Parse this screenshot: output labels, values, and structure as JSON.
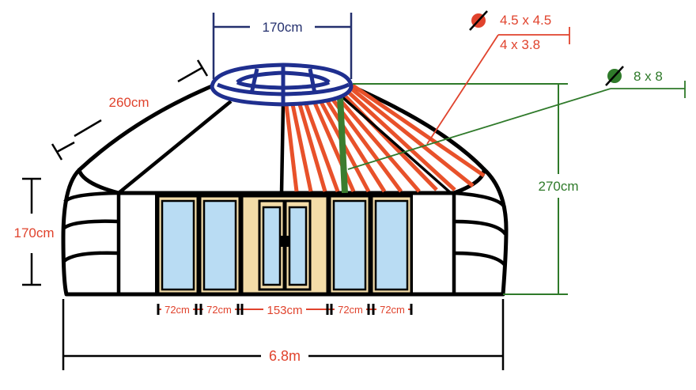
{
  "dimensions": {
    "crown_width": "170cm",
    "roof_slope": "260cm",
    "wall_height": "170cm",
    "total_height": "270cm",
    "diameter": "6.8m",
    "panels": [
      "72cm",
      "72cm",
      "153cm",
      "72cm",
      "72cm"
    ]
  },
  "timber_sections": {
    "rafter": {
      "primary": "4.5 x 4.5",
      "secondary": "4 x 3.8"
    },
    "post": {
      "primary": "8 x 8"
    }
  },
  "colors": {
    "outline": "#000000",
    "crown": "#1f2f8f",
    "rafter": "#e8512a",
    "post": "#3b7d2f",
    "dimension_red": "#e0432d",
    "dimension_navy": "#24306e",
    "dimension_green": "#2f7a2a",
    "glass": "#b9dcf3",
    "door_wood": "#f3dca8"
  }
}
